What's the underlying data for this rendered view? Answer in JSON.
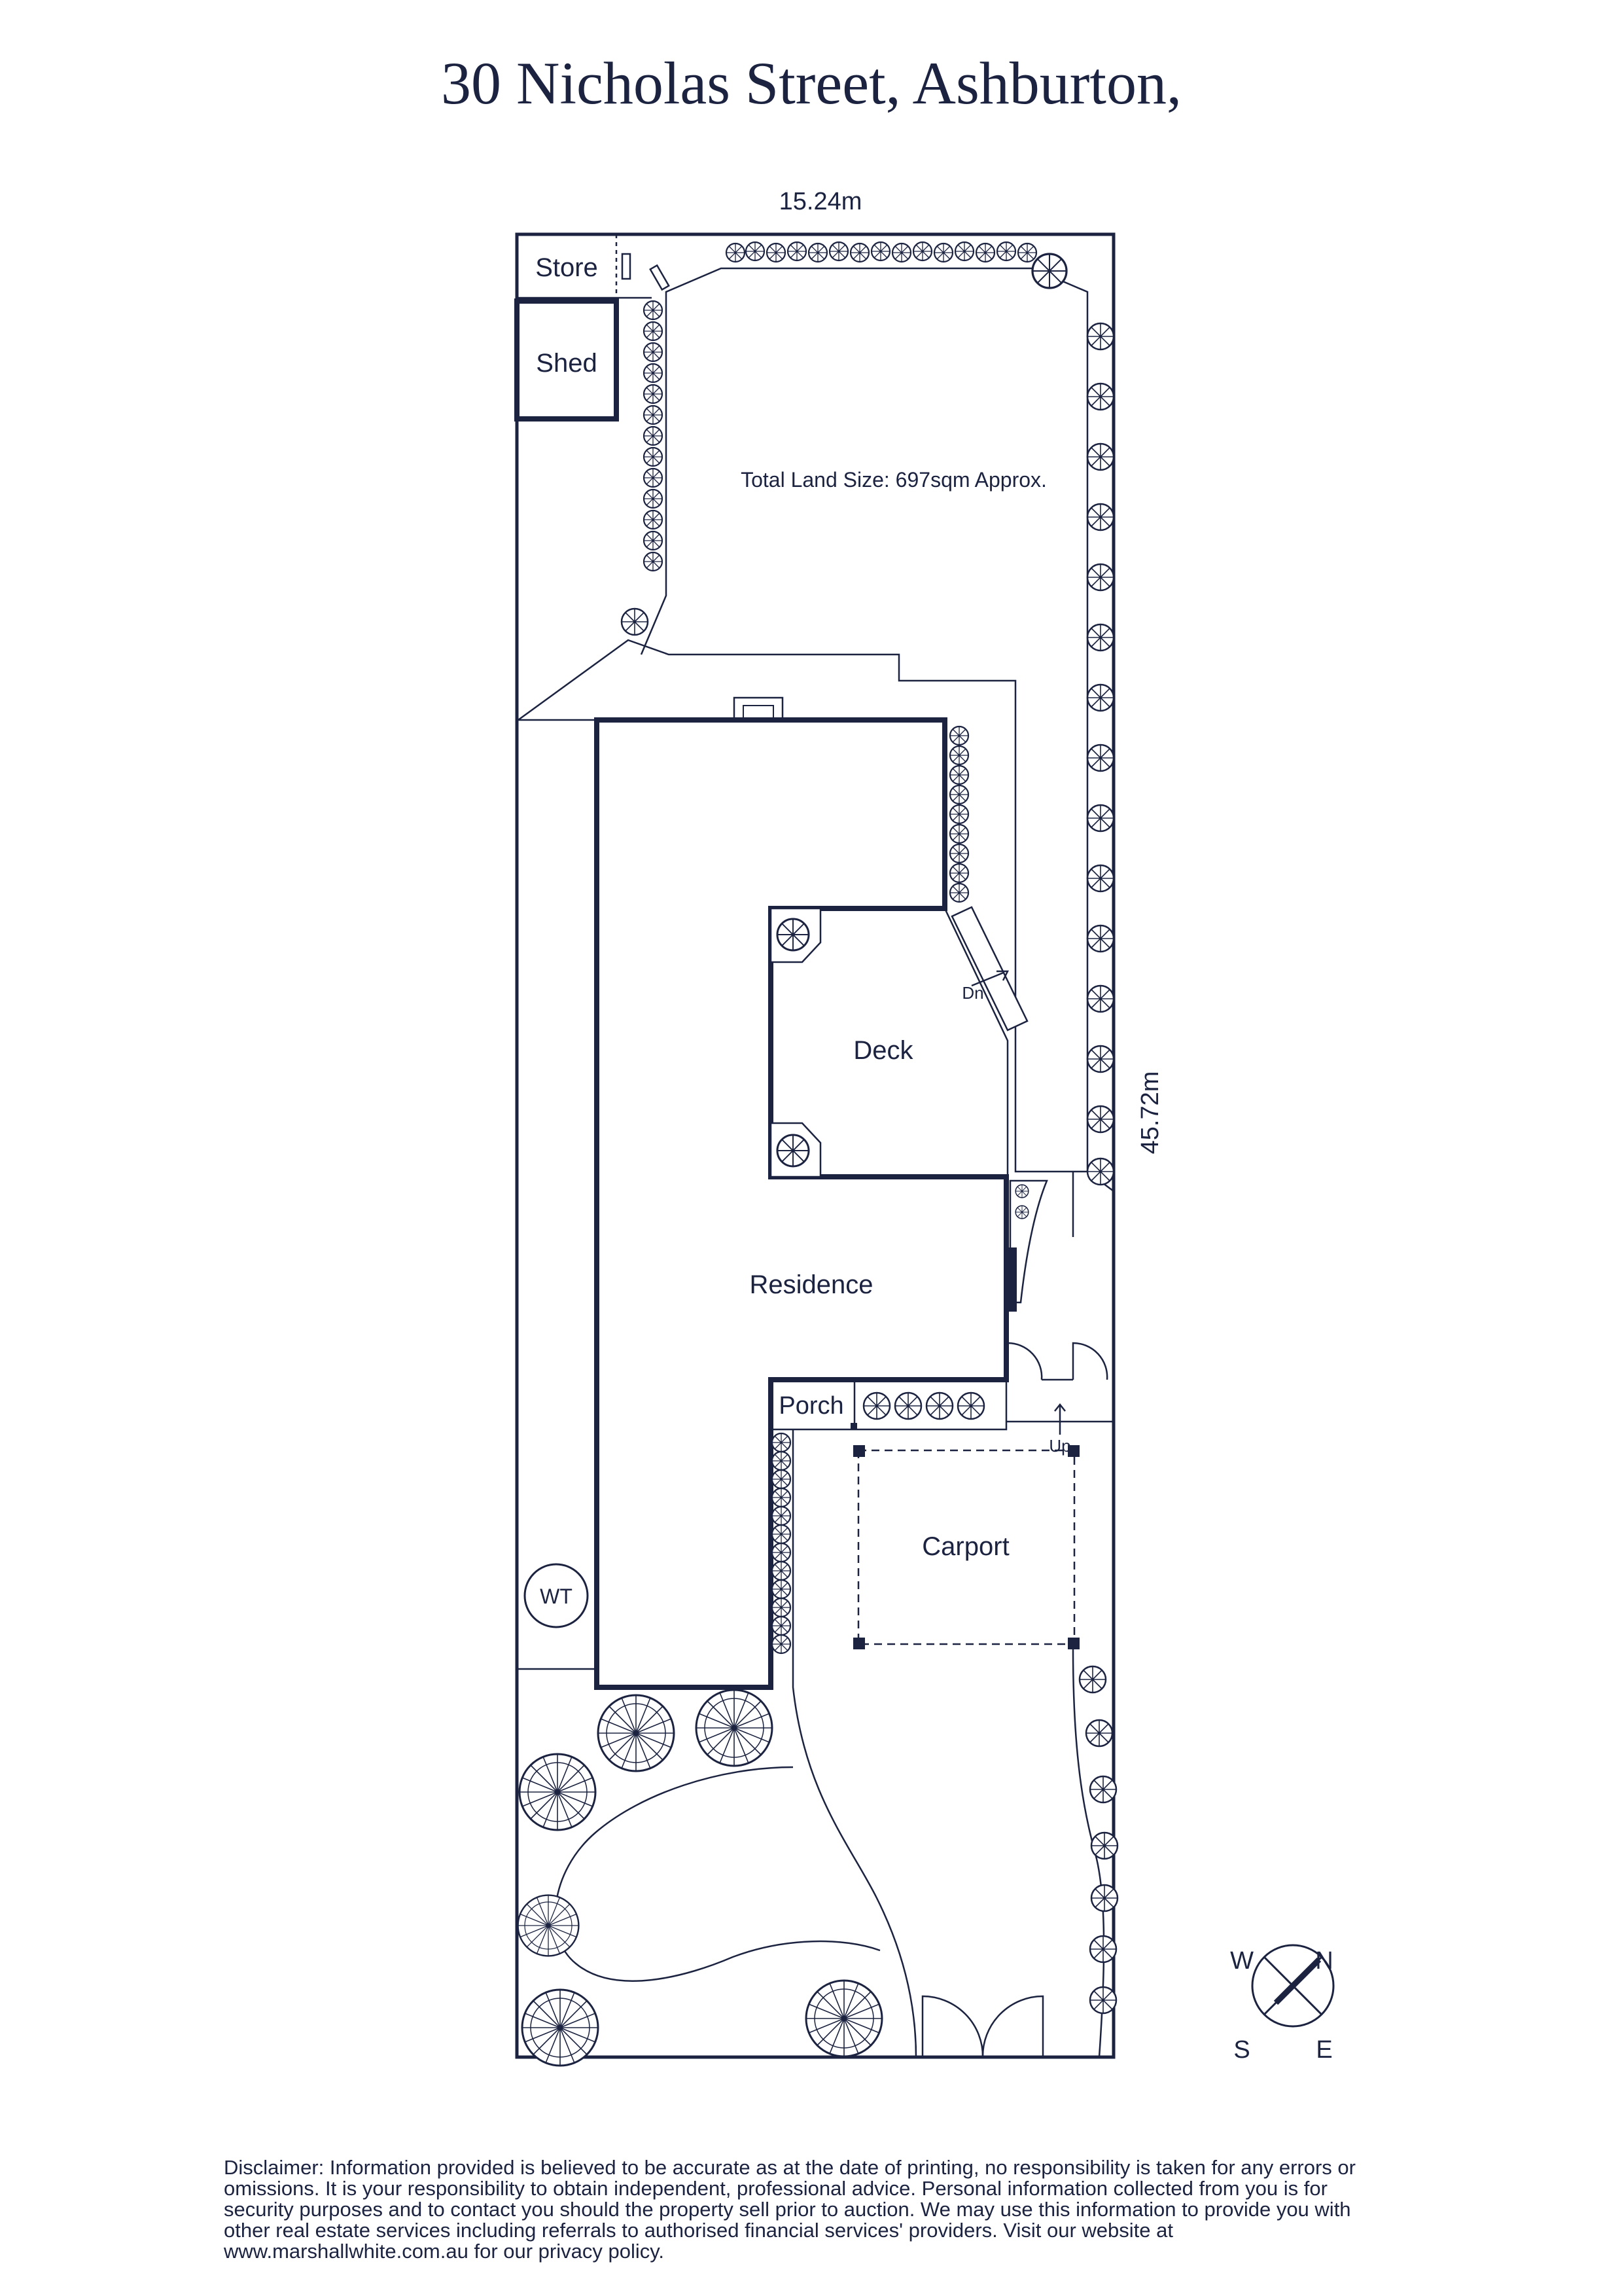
{
  "title": "30 Nicholas Street, Ashburton,",
  "dimensions": {
    "width": "15.24m",
    "length": "45.72m"
  },
  "land_size": "Total Land Size: 697sqm Approx.",
  "rooms": {
    "store": "Store",
    "shed": "Shed",
    "deck": "Deck",
    "residence": "Residence",
    "porch": "Porch",
    "carport": "Carport",
    "water_tank": "WT"
  },
  "stairs": {
    "down": "Dn",
    "up": "Up"
  },
  "compass": {
    "west": "W",
    "north": "N",
    "south": "S",
    "east": "E"
  },
  "disclaimer": "Disclaimer: Information provided is believed to be accurate as at the date of printing, no responsibility is taken for any errors or omissions. It is your responsibility to obtain independent, professional advice. Personal information collected from you is for security purposes and to contact you should the property sell prior to auction. We may use this information to provide you with other real estate services including referrals to authorised financial services' providers. Visit our website at www.marshallwhite.com.au for our privacy policy.",
  "colors": {
    "ink": "#1b2340",
    "background": "#ffffff"
  }
}
